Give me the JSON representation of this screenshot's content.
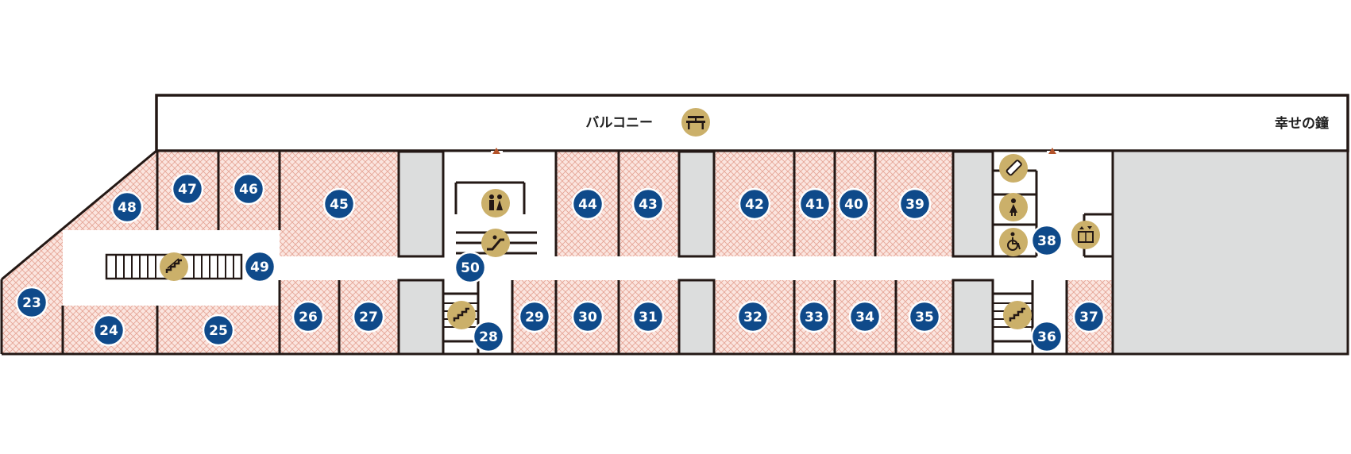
{
  "map": {
    "balcony_label": "バルコニー",
    "bell_label": "幸せの鐘",
    "shops": [
      "23",
      "24",
      "25",
      "26",
      "27",
      "28",
      "29",
      "30",
      "31",
      "32",
      "33",
      "34",
      "35",
      "36",
      "37",
      "38",
      "39",
      "40",
      "41",
      "42",
      "43",
      "44",
      "45",
      "46",
      "47",
      "48",
      "49",
      "50"
    ],
    "facilities": {
      "balcony": "bench-icon",
      "restroom": "restroom-icon",
      "escalator": "escalator-icon",
      "stairs": "stairs-icon",
      "baby": "baby-bottle-icon",
      "female_restroom": "female-restroom-icon",
      "accessible": "wheelchair-icon",
      "elevator": "elevator-icon",
      "entrance": "entrance-marker-icon"
    }
  },
  "colors": {
    "shop_fill": "#fbe5df",
    "shop_hatch": "#e6a597",
    "wall": "#231815",
    "grey_block": "#dcdddd",
    "badge": "#0f4a8a",
    "icon_gold": "#cbb06a",
    "entrance_marker": "#b4532a"
  }
}
